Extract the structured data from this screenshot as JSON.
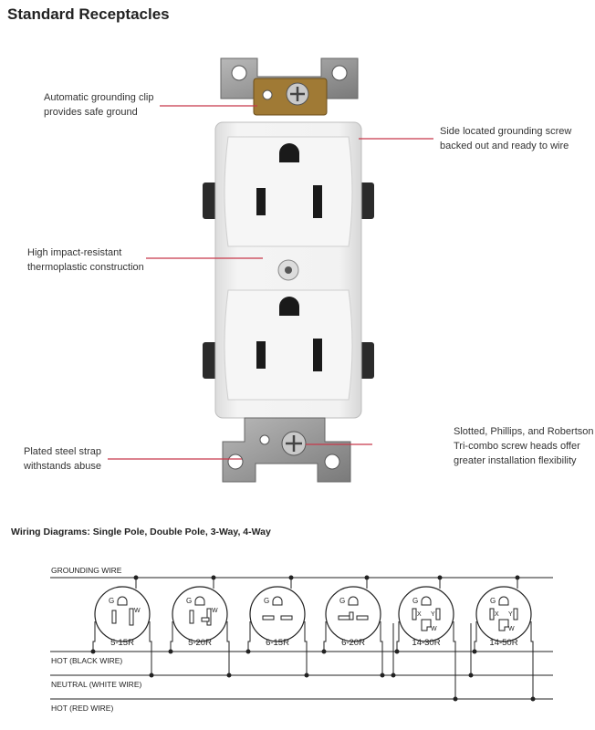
{
  "page": {
    "title": "Standard Receptacles",
    "wiring_title": "Wiring Diagrams: Single Pole, Double Pole, 3-Way, 4-Way"
  },
  "callouts": {
    "grounding_clip": {
      "line1": "Automatic grounding clip",
      "line2": "provides safe ground"
    },
    "side_screw": {
      "line1": "Side located grounding screw",
      "line2": "backed out and ready to wire"
    },
    "thermoplastic": {
      "line1": "High impact-resistant",
      "line2": "thermoplastic construction"
    },
    "steel_strap": {
      "line1": "Plated steel strap",
      "line2": "withstands abuse"
    },
    "screw_heads": {
      "line1": "Slotted, Phillips, and Robertson",
      "line2": "Tri-combo screw heads offer",
      "line3": "greater installation flexibility"
    }
  },
  "wires": {
    "ground": "GROUNDING WIRE",
    "hot_black": "HOT (BLACK WIRE)",
    "neutral": "NEUTRAL (WHITE WIRE)",
    "hot_red": "HOT (RED WIRE)"
  },
  "receptacles": [
    {
      "label": "5-15R"
    },
    {
      "label": "5-20R"
    },
    {
      "label": "6-15R"
    },
    {
      "label": "6-20R"
    },
    {
      "label": "14-30R"
    },
    {
      "label": "14-50R"
    }
  ],
  "terminal_letters": {
    "g": "G",
    "w": "W",
    "x": "X",
    "y": "Y"
  },
  "colors": {
    "callout_line": "#c8384a",
    "device_white": "#eeeeee",
    "strap": "#9a9a9a",
    "wire": "#222222"
  }
}
